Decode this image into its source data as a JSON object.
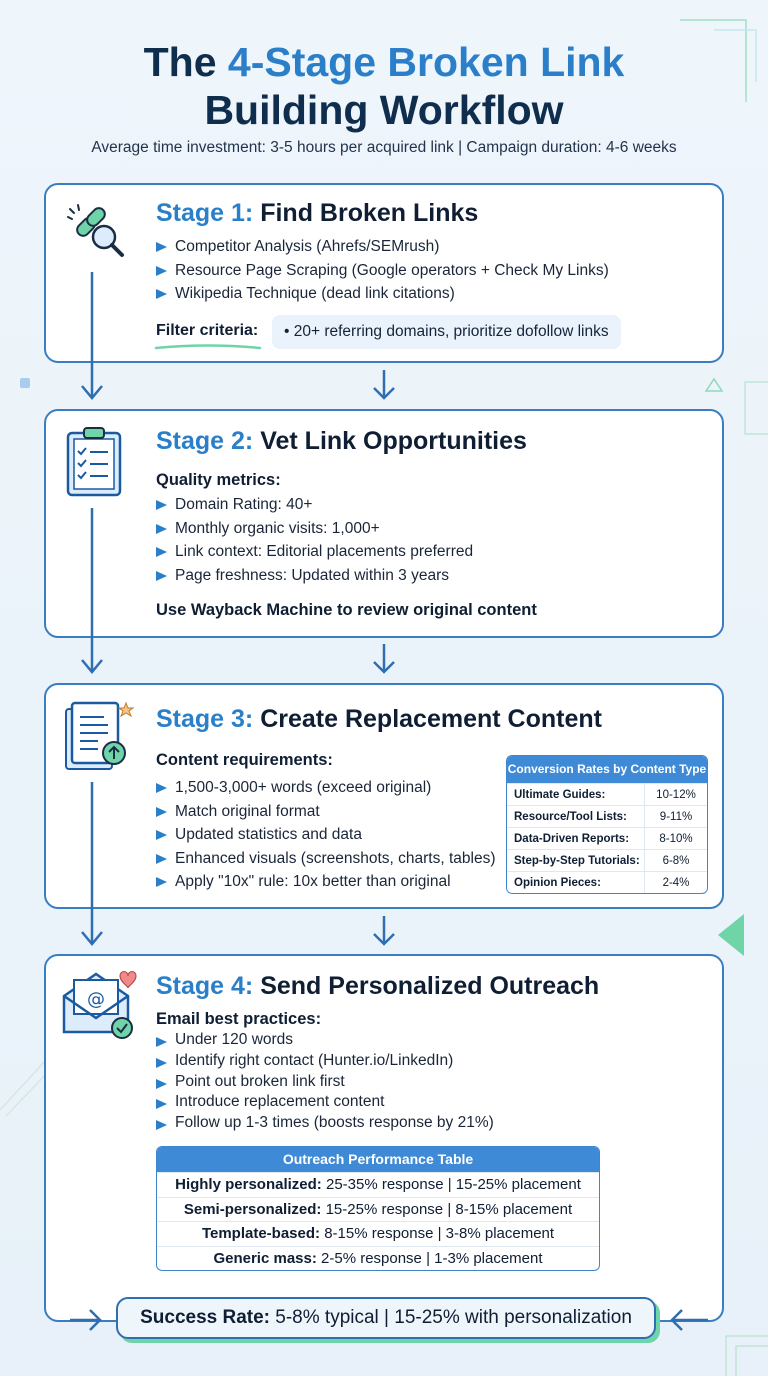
{
  "title": {
    "prefix": "The ",
    "accent": "4-Stage Broken Link",
    "line2": "Building Workflow"
  },
  "subtitle": "Average time investment: 3-5 hours per acquired link | Campaign duration: 4-6 weeks",
  "stage1": {
    "number": "Stage 1:",
    "name": " Find Broken Links",
    "bullets": [
      "Competitor Analysis (Ahrefs/SEMrush)",
      "Resource Page Scraping (Google operators + Check My Links)",
      "Wikipedia Technique (dead link citations)"
    ],
    "filter_label": "Filter criteria:",
    "filter_text": "• 20+ referring domains, prioritize dofollow links"
  },
  "stage2": {
    "number": "Stage 2:",
    "name": " Vet Link Opportunities",
    "subhead": "Quality metrics:",
    "bullets": [
      "Domain Rating: 40+",
      "Monthly organic visits: 1,000+",
      "Link context: Editorial placements preferred",
      "Page freshness: Updated within 3 years"
    ],
    "note": "Use Wayback Machine to review original content"
  },
  "stage3": {
    "number": "Stage 3:",
    "name": " Create Replacement Content",
    "subhead": "Content requirements:",
    "bullets": [
      "1,500-3,000+ words (exceed original)",
      "Match original format",
      "Updated statistics and data",
      "Enhanced visuals (screenshots, charts, tables)",
      "Apply \"10x\" rule: 10x better than original"
    ],
    "table_title": "Conversion Rates by Content Type",
    "table_rows": [
      {
        "type": "Ultimate Guides:",
        "rate": "10-12%"
      },
      {
        "type": "Resource/Tool Lists:",
        "rate": "9-11%"
      },
      {
        "type": "Data-Driven Reports:",
        "rate": "8-10%"
      },
      {
        "type": "Step-by-Step Tutorials:",
        "rate": "6-8%"
      },
      {
        "type": "Opinion Pieces:",
        "rate": "2-4%"
      }
    ]
  },
  "stage4": {
    "number": "Stage 4:",
    "name": " Send Personalized Outreach",
    "subhead": "Email best practices:",
    "bullets": [
      "Under 120 words",
      "Identify right contact (Hunter.io/LinkedIn)",
      "Point out broken link first",
      "Introduce replacement content",
      "Follow up 1-3 times (boosts response by 21%)"
    ],
    "table_title": "Outreach Performance Table",
    "table_rows": [
      {
        "label": "Highly personalized:",
        "value": " 25-35% response | 15-25% placement"
      },
      {
        "label": "Semi-personalized:",
        "value": " 15-25% response | 8-15% placement"
      },
      {
        "label": "Template-based:",
        "value": " 8-15% response | 3-8% placement"
      },
      {
        "label": "Generic mass:",
        "value": " 2-5% response | 1-3% placement"
      }
    ]
  },
  "success": {
    "label": "Success Rate:",
    "text": " 5-8% typical | 15-25% with personalization"
  },
  "colors": {
    "accent": "#2a7fc8",
    "navy": "#0f2d4d",
    "green": "#6fd4a8"
  }
}
